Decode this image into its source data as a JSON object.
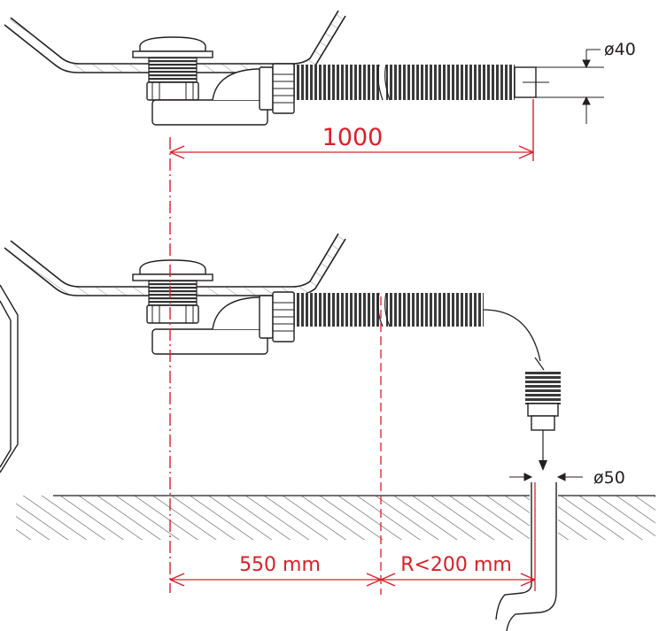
{
  "labels": {
    "diameter_top": "ø40",
    "length_top": "1000",
    "diameter_bottom": "ø50",
    "dim_left": "550 mm",
    "dim_right": "R<200 mm"
  },
  "colors": {
    "dimension": "#d92027",
    "line": "#231f20",
    "hose": "#3a3a3a"
  }
}
